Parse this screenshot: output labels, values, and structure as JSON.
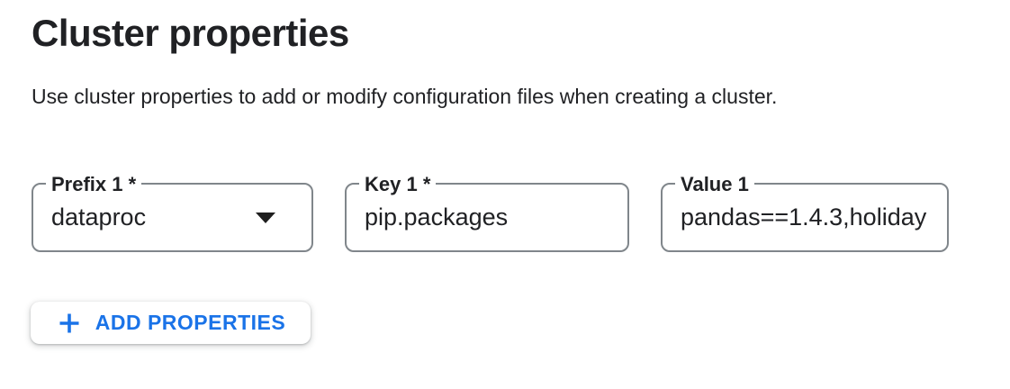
{
  "header": {
    "title": "Cluster properties",
    "description": "Use cluster properties to add or modify configuration files when creating a cluster."
  },
  "properties_row": {
    "prefix": {
      "label": "Prefix 1 *",
      "value": "dataproc"
    },
    "key": {
      "label": "Key 1 *",
      "value": "pip.packages"
    },
    "value": {
      "label": "Value 1",
      "value": "pandas==1.4.3,holiday"
    }
  },
  "actions": {
    "add_properties_label": "ADD PROPERTIES"
  },
  "icons": {
    "plus_icon": "+",
    "dropdown_arrow_icon": "▼"
  },
  "colors": {
    "accent_blue": "#1a73e8",
    "text_primary": "#202124",
    "field_border_grey": "#80868b",
    "background": "#ffffff"
  }
}
